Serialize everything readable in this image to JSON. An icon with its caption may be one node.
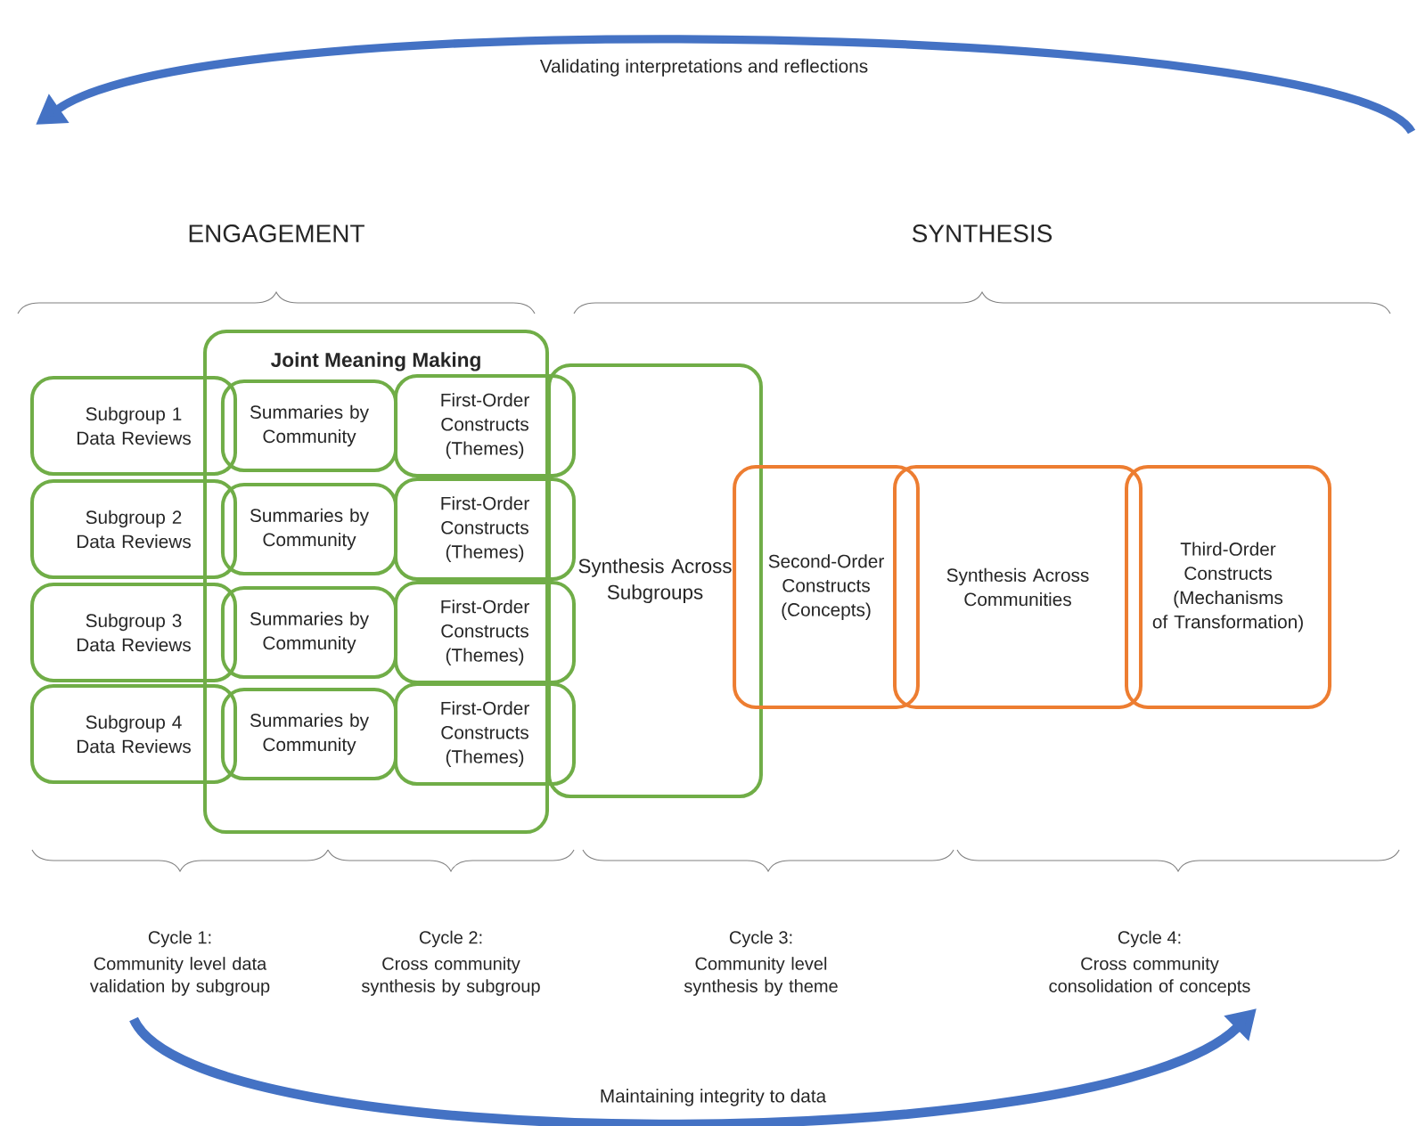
{
  "diagram": {
    "nodes": [
      {
        "text": [
          "Joint Meaning Making"
        ]
      },
      {
        "text": [
          "Subgroup 1 Data Reviews"
        ]
      },
      {
        "text": [
          "Summaries by Community"
        ],
        "in": 0
      },
      {
        "text": [
          "First-Order Constructs (Themes)"
        ]
      },
      {
        "text": [
          "Subgroup 2 Data Reviews"
        ]
      },
      {
        "text": [
          "Summaries by Community"
        ],
        "in": 0
      },
      {
        "text": [
          "First-Order Constructs (Themes)"
        ]
      },
      {
        "text": [
          "Subgroup 3 Data Reviews"
        ]
      },
      {
        "text": [
          "Summaries by Community"
        ],
        "in": 0
      },
      {
        "text": [
          "First-Order Constructs (Themes)"
        ]
      },
      {
        "text": [
          "Subgroup 4 Data Reviews"
        ]
      },
      {
        "text": [
          "Summaries by Community"
        ],
        "in": 0
      },
      {
        "text": [
          "First-Order Constructs (Themes)"
        ]
      },
      {
        "text": [
          "Synthesis Across Subgroups"
        ]
      },
      {
        "text": [
          "Second-Order Constructs (Concepts)"
        ]
      },
      {
        "text": [
          "Synthesis Across Communities"
        ]
      },
      {
        "text": [
          "Third-Order Constructs (Mechanisms of Transformation)"
        ]
      }
    ],
    "labels": [
      "Validating interpretations and reflections",
      "ENGAGEMENT",
      "SYNTHESIS",
      "Cycle 1:",
      "Community level data validation by subgroup",
      "Cycle 2:",
      "Cross community synthesis by subgroup",
      "Cycle 3:",
      "Community level synthesis by theme",
      "Cycle 4:",
      "Cross community consolidation of concepts",
      "Maintaining integrity to data"
    ]
  }
}
